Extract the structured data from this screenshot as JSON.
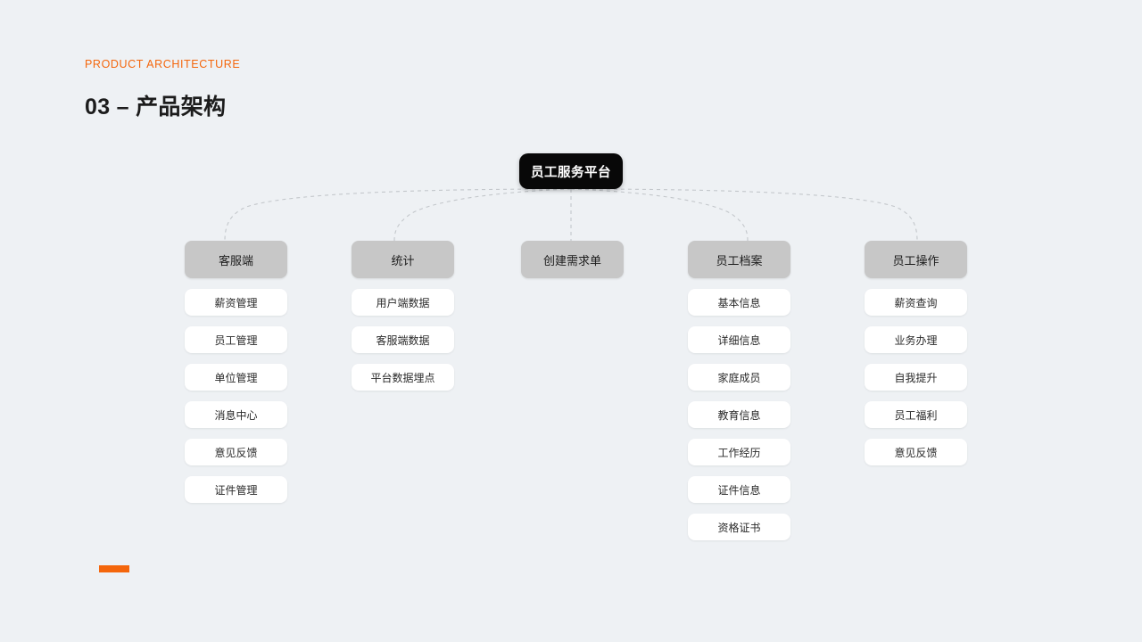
{
  "header": {
    "eyebrow": "PRODUCT ARCHITECTURE",
    "title": "03 – 产品架构",
    "accent_color": "#f4660c"
  },
  "diagram": {
    "root": {
      "label": "员工服务平台",
      "bg_color": "#080808",
      "text_color": "#ffffff"
    },
    "connector_style": "dashed",
    "connector_color": "#c3c7cb",
    "branch_bg_color": "#c7c7c7",
    "leaf_bg_color": "#ffffff",
    "branches": [
      {
        "label": "客服端",
        "items": [
          "薪资管理",
          "员工管理",
          "单位管理",
          "消息中心",
          "意见反馈",
          "证件管理"
        ]
      },
      {
        "label": "统计",
        "items": [
          "用户端数据",
          "客服端数据",
          "平台数据埋点"
        ]
      },
      {
        "label": "创建需求单",
        "items": []
      },
      {
        "label": "员工档案",
        "items": [
          "基本信息",
          "详细信息",
          "家庭成员",
          "教育信息",
          "工作经历",
          "证件信息",
          "资格证书"
        ]
      },
      {
        "label": "员工操作",
        "items": [
          "薪资查询",
          "业务办理",
          "自我提升",
          "员工福利",
          "意见反馈"
        ]
      }
    ]
  }
}
